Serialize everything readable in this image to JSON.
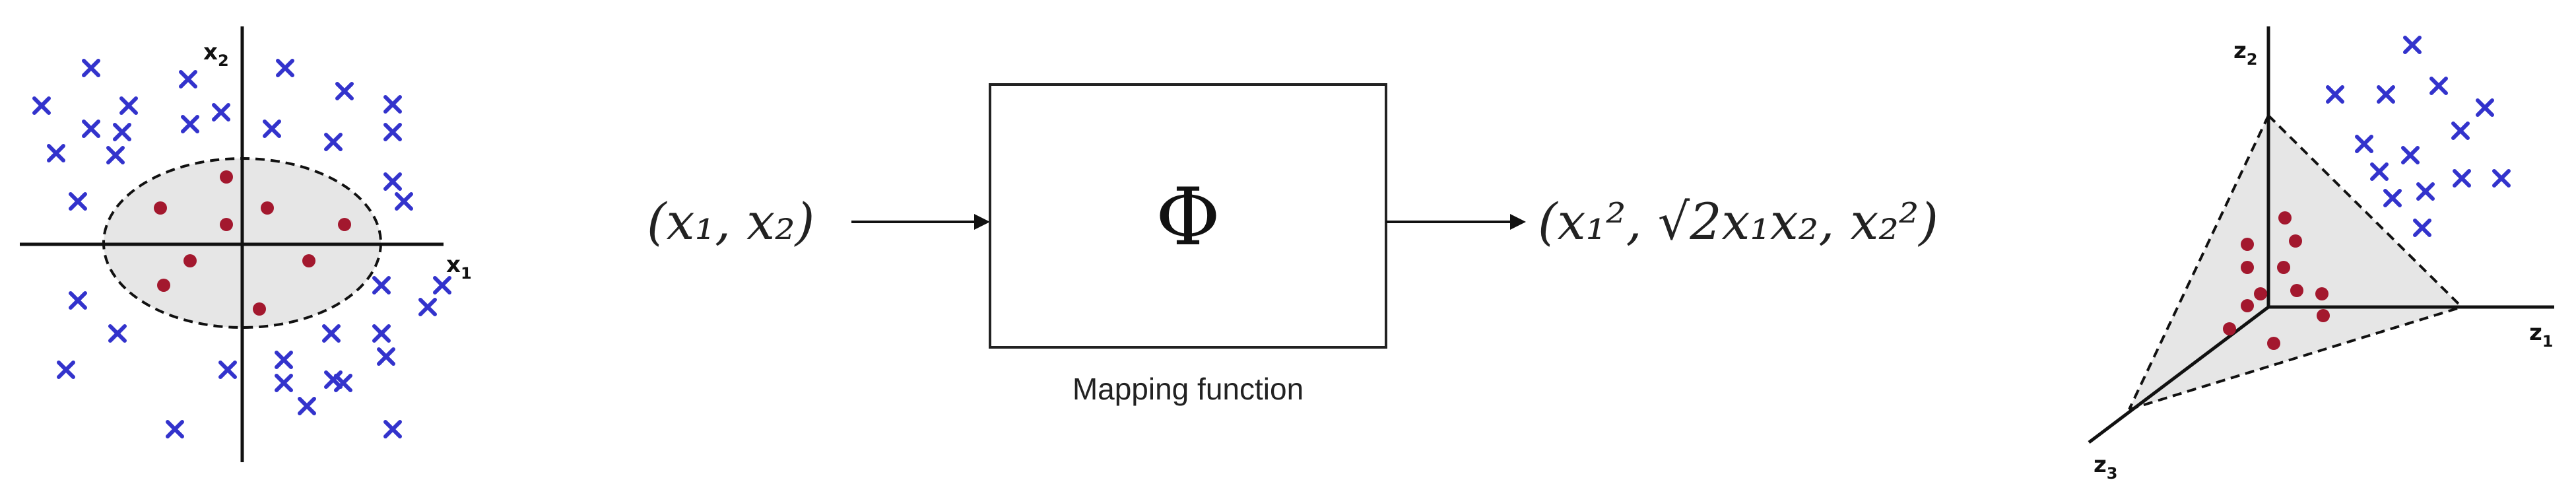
{
  "left_plot": {
    "axis_label": "x",
    "axis_sub": "2",
    "horizontal_axis_label": "x",
    "horizontal_axis_sub": "1"
  },
  "mapping": {
    "input_expression": "(x₁, x₂)",
    "function_symbol": "Φ",
    "caption": "Mapping function",
    "output_expression": "(x₁², √2x₁x₂, x₂²)"
  },
  "right_plot": {
    "vertical_axis_label": "z",
    "vertical_axis_sub": "2",
    "horizontal_axis_label": "z",
    "horizontal_axis_sub": "1",
    "depth_axis_label": "z",
    "depth_axis_sub": "3"
  },
  "colors": {
    "cross": "#3333cc",
    "dot": "#a3182e",
    "region_fill": "#e6e6e6",
    "line": "#111111"
  }
}
